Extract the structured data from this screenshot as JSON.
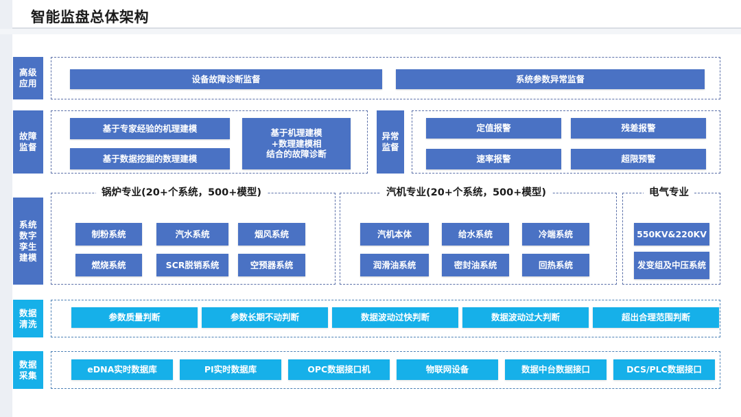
{
  "header": {
    "title": "智能监盘总体架构"
  },
  "stages": [
    {
      "id": "advanced-application",
      "lines": [
        "高级",
        "应用"
      ],
      "color": "#4a72c4"
    },
    {
      "id": "fault-monitoring",
      "lines": [
        "故障",
        "监督"
      ],
      "color": "#4a72c4"
    },
    {
      "id": "system-digital-twin-modeling",
      "lines": [
        "系统",
        "数字",
        "孪生",
        "建模"
      ],
      "color": "#4a72c4"
    },
    {
      "id": "data-cleaning",
      "lines": [
        "数据",
        "清洗"
      ],
      "color": "#16b0e9"
    },
    {
      "id": "data-acquisition",
      "lines": [
        "数据",
        "采集"
      ],
      "color": "#16b0e9"
    }
  ],
  "advanced_application": {
    "items": [
      "设备故障诊断监督",
      "系统参数异常监督"
    ]
  },
  "fault_monitoring": {
    "modeling_items": [
      "基于专家经验的机理建模",
      "基于数据挖掘的数理建模"
    ],
    "diagnosis_item": [
      "基于机理建模",
      "+数理建模相",
      "结合的故障诊断"
    ],
    "anomaly_tag": [
      "异常",
      "监督"
    ],
    "alarm_items": [
      "定值报警",
      "残差报警",
      "速率报警",
      "超限预警"
    ]
  },
  "digital_twin": {
    "groups": [
      {
        "id": "boiler",
        "title": "锅炉专业(20+个系统，500+模型)",
        "items": [
          "制粉系统",
          "汽水系统",
          "烟风系统",
          "燃烧系统",
          "SCR脱销系统",
          "空预器系统"
        ]
      },
      {
        "id": "turbine",
        "title": "汽机专业(20+个系统，500+模型)",
        "items": [
          "汽机本体",
          "给水系统",
          "冷端系统",
          "润滑油系统",
          "密封油系统",
          "回热系统"
        ]
      },
      {
        "id": "electrical",
        "title": "电气专业",
        "items": [
          "550KV&220KV",
          "发变组及中压系统"
        ]
      }
    ]
  },
  "data_cleaning": {
    "items": [
      "参数质量判断",
      "参数长期不动判断",
      "数据波动过快判断",
      "数据波动过大判断",
      "超出合理范围判断"
    ]
  },
  "data_acquisition": {
    "items": [
      "eDNA实时数据库",
      "PI实时数据库",
      "OPC数据接口机",
      "物联网设备",
      "数据中台数据接口",
      "DCS/PLC数据接口"
    ]
  },
  "colors": {
    "primary_blue": "#4a72c4",
    "cyan": "#16b0e9",
    "dashed_border": "#5a6fa8",
    "header_rule": "#d9dde3"
  }
}
